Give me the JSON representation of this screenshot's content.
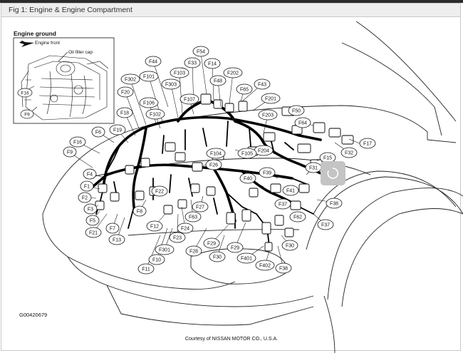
{
  "window": {
    "title": "Fig 1: Engine & Engine Compartment"
  },
  "inset": {
    "title": "Engine ground",
    "labels": {
      "engine_front": "Engine front",
      "oil_filler_cap": "Oil filler cap",
      "f16": "F16",
      "f9": "F9"
    }
  },
  "connectors": [
    "F54",
    "F44",
    "F33",
    "F14",
    "F202",
    "F101",
    "F103",
    "F302",
    "F48",
    "F43",
    "F65",
    "F303",
    "F20",
    "F107",
    "F201",
    "F106",
    "F102",
    "F18",
    "F50",
    "F203",
    "F19",
    "F64",
    "F6",
    "F16",
    "F17",
    "F204",
    "F105",
    "F104",
    "F32",
    "F9",
    "F15",
    "F26",
    "F39",
    "F31",
    "F4",
    "F40",
    "F1",
    "F22",
    "F41",
    "F2",
    "F3",
    "F37",
    "F38",
    "F8",
    "F62",
    "F5",
    "F63",
    "F27",
    "F12",
    "F21",
    "F7",
    "F24",
    "F13",
    "F23",
    "F28",
    "F29",
    "F30",
    "F301",
    "F10",
    "F401",
    "F402",
    "F11",
    "F37",
    "F30",
    "F29",
    "F38"
  ],
  "footer": {
    "figure_id": "G00420679",
    "credit": "Courtesy of NISSAN MOTOR CO., U.S.A."
  },
  "colors": {
    "frame_border": "#c8c8c8",
    "title_bar": "#eeeeee",
    "top_bar": "#2b2b2b",
    "loader_bg": "#c4c4c4",
    "line": "#111111"
  },
  "icons": {
    "loader": "loading-spinner-icon"
  }
}
